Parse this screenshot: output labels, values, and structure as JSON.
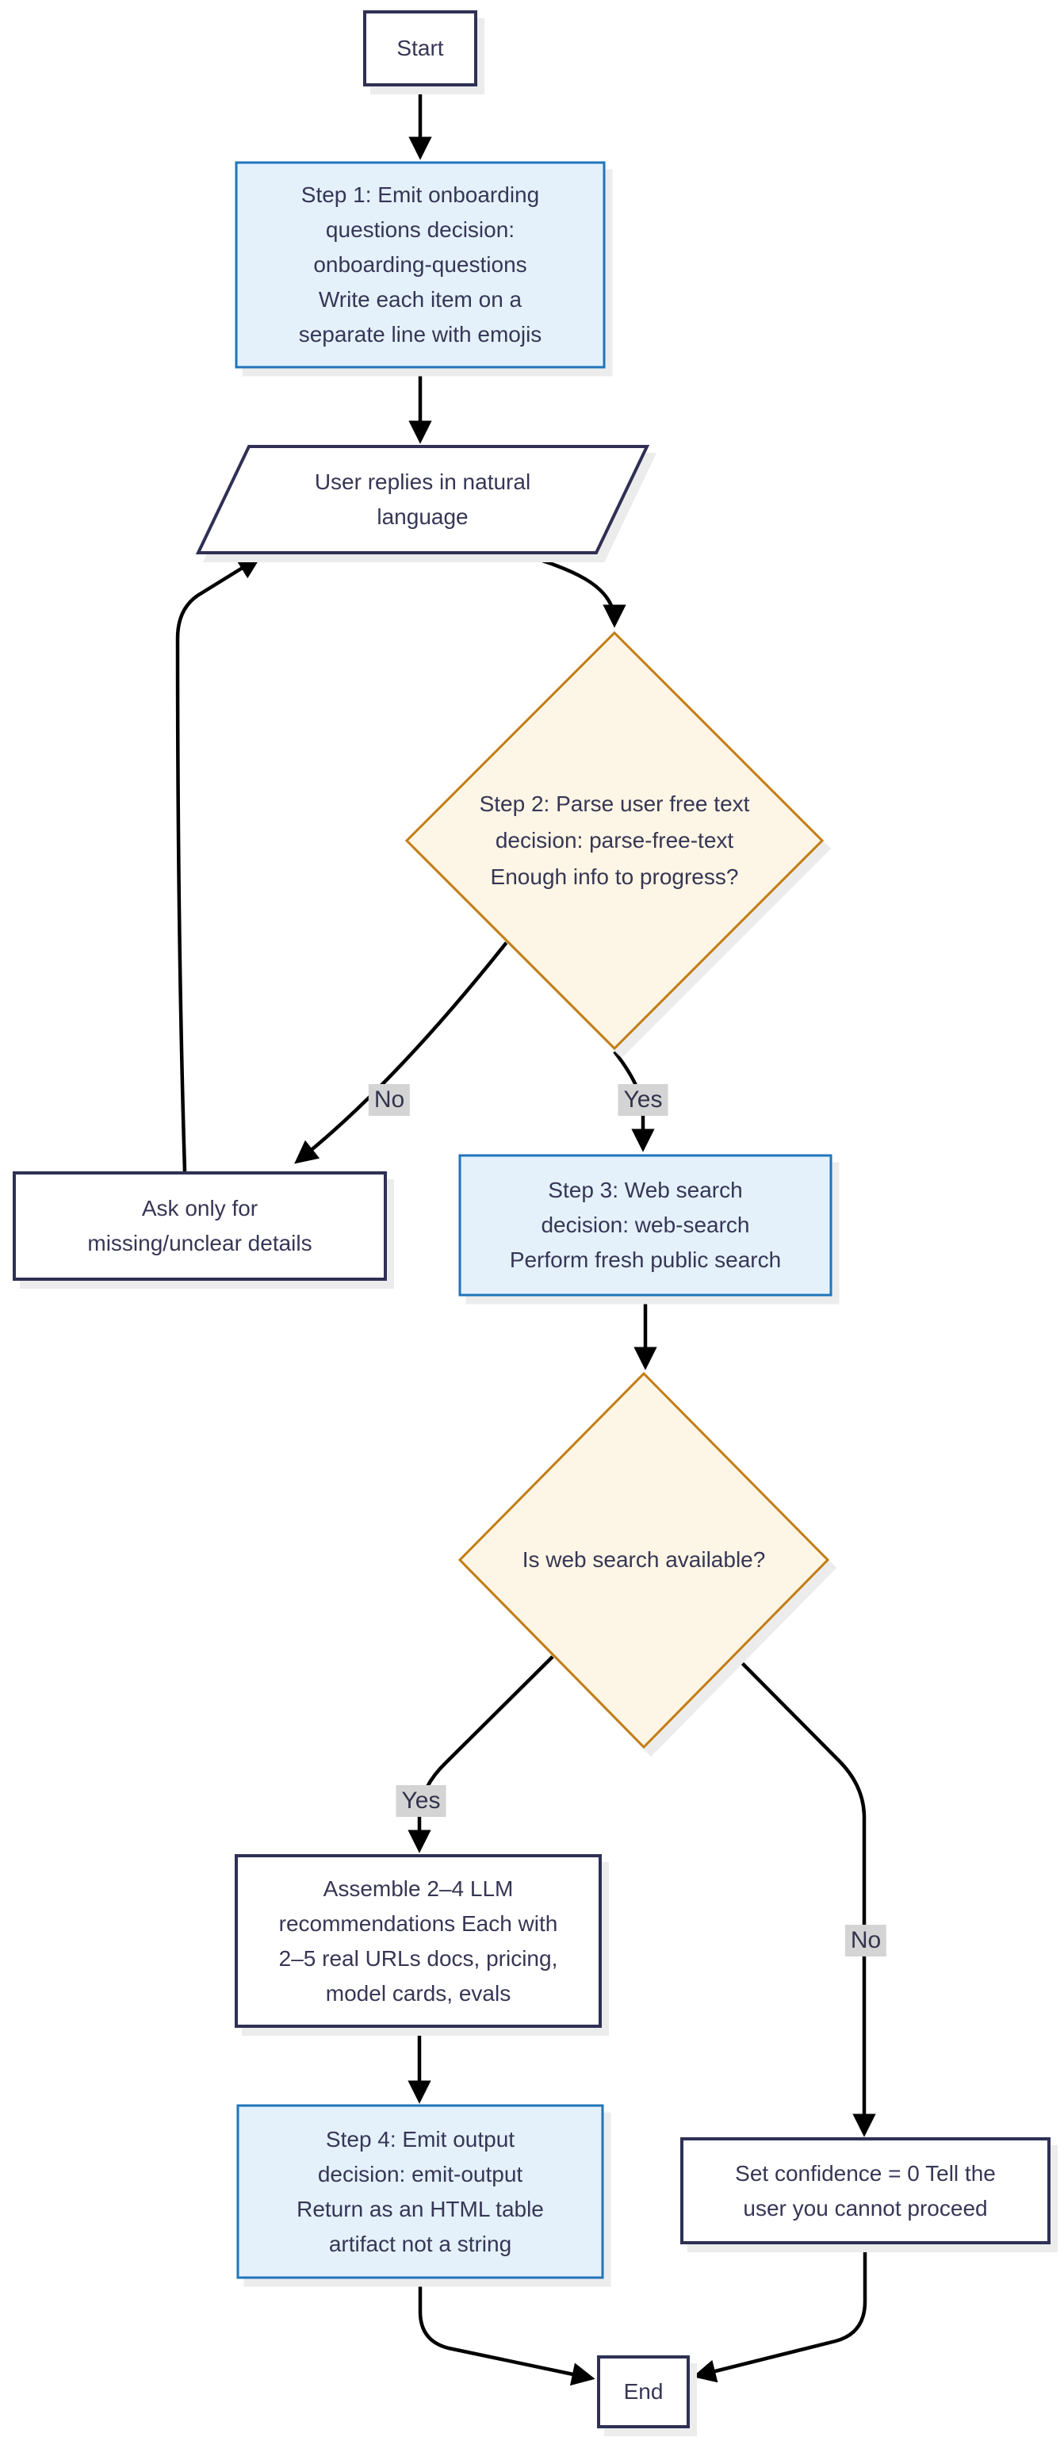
{
  "diagram": {
    "type": "flowchart",
    "colors": {
      "background": "#ffffff",
      "process_fill": "#ffffff",
      "process_border": "#2f3054",
      "step_fill": "#e4f1fb",
      "step_border": "#1f75bb",
      "decision_fill": "#fdf5e5",
      "decision_border": "#c27d12",
      "text": "#363655",
      "edge": "#000000",
      "edge_label_bg": "#d4d4d4",
      "shadow": "#ececec"
    },
    "nodes": {
      "start": {
        "label": "Start"
      },
      "step1": {
        "lines": [
          "Step 1: Emit onboarding",
          "questions decision:",
          "onboarding-questions",
          "Write each item on a",
          "separate line with emojis"
        ]
      },
      "user_reply": {
        "lines": [
          "User replies in natural",
          "language"
        ]
      },
      "parse_decision": {
        "lines": [
          "Step 2: Parse user free text",
          "decision: parse-free-text",
          "Enough info to progress?"
        ]
      },
      "ask_missing": {
        "lines": [
          "Ask only for",
          "missing/unclear details"
        ]
      },
      "web_search": {
        "lines": [
          "Step 3: Web search",
          "decision: web-search",
          "Perform fresh public search"
        ]
      },
      "search_available": {
        "lines": [
          "Is web search available?"
        ]
      },
      "assemble": {
        "lines": [
          "Assemble 2–4 LLM",
          "recommendations Each with",
          "2–5 real URLs docs, pricing,",
          "model cards, evals"
        ]
      },
      "emit_output": {
        "lines": [
          "Step 4: Emit output",
          "decision: emit-output",
          "Return as an HTML table",
          "artifact not a string"
        ]
      },
      "no_confidence": {
        "lines": [
          "Set confidence = 0 Tell the",
          "user you cannot proceed"
        ]
      },
      "end": {
        "label": "End"
      }
    },
    "edge_labels": {
      "no1": "No",
      "yes1": "Yes",
      "yes2": "Yes",
      "no2": "No"
    }
  }
}
